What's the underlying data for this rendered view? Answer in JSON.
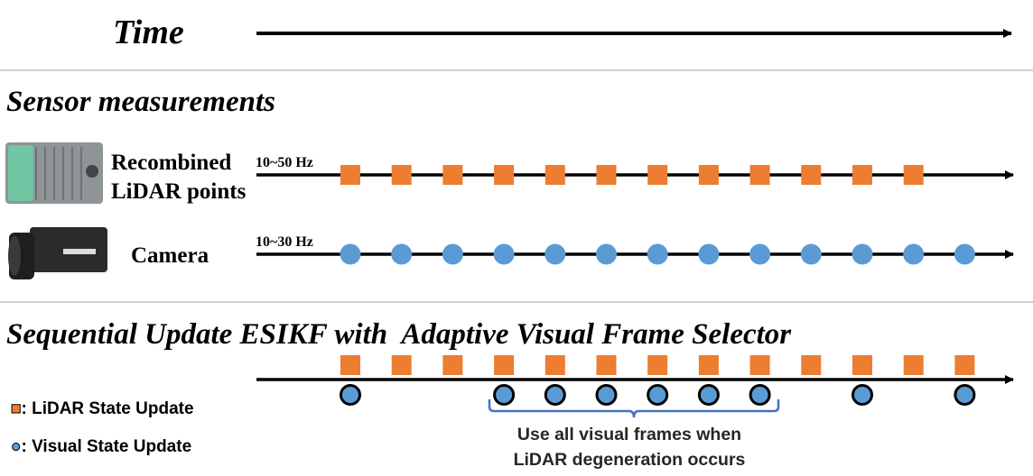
{
  "time": {
    "label": "Time"
  },
  "sensor": {
    "title": "Sensor measurements",
    "lidar": {
      "label_line1": "Recombined",
      "label_line2": "LiDAR points",
      "rate": "10~50 Hz",
      "samples": 12
    },
    "camera": {
      "label": "Camera",
      "rate": "10~30 Hz",
      "samples": 13
    }
  },
  "update": {
    "title": "Sequential Update ESIKF with  Adaptive Visual Frame Selector",
    "lidar_updates": 13,
    "visual_updates_at": [
      1,
      4,
      5,
      6,
      7,
      8,
      9,
      11,
      13
    ],
    "brace_note_line1": "Use all visual frames when",
    "brace_note_line2": "LiDAR degeneration occurs"
  },
  "legend": {
    "lidar": "■: LiDAR State Update",
    "visual": "●: Visual State Update"
  },
  "colors": {
    "lidar": "#ED7D31",
    "visual": "#5B9BD5",
    "line": "#000000",
    "divider": "#BFBFBF",
    "brace": "#4472C4"
  }
}
